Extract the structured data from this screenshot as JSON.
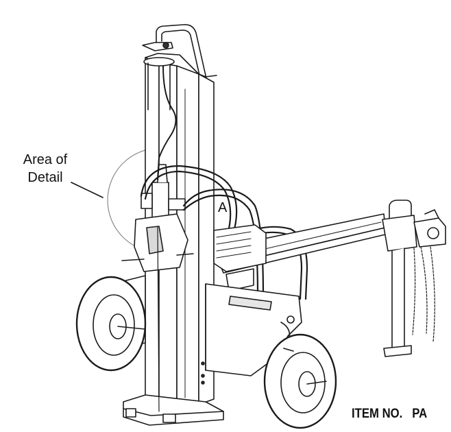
{
  "callout": {
    "line1": "Area of",
    "line2": "Detail"
  },
  "marker": "A",
  "footer": {
    "item_no": "ITEM NO.   PA"
  }
}
